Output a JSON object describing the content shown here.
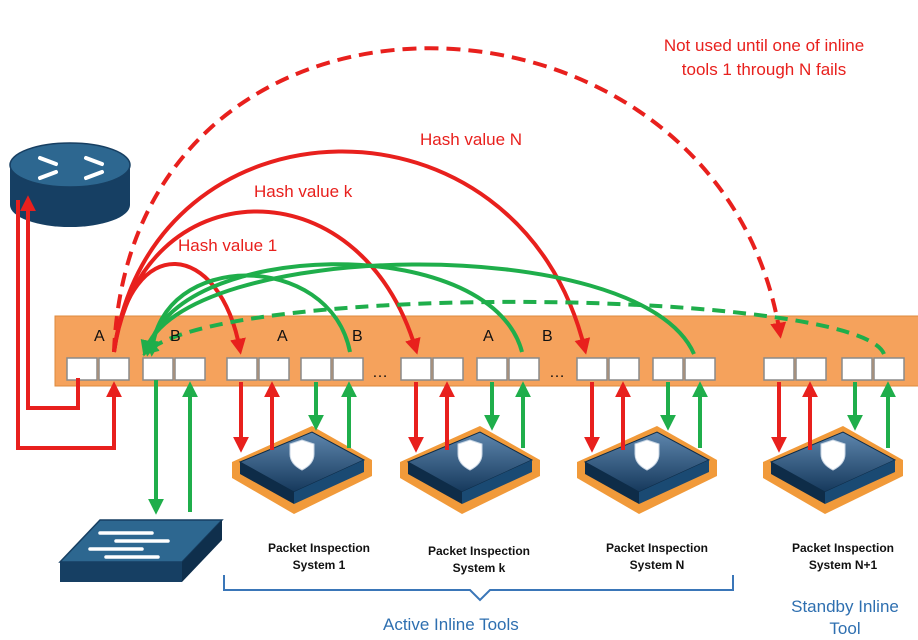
{
  "annotations": {
    "not_used": "Not used until one of inline\ntools 1 through N fails",
    "hash_n": "Hash value N",
    "hash_k": "Hash value k",
    "hash_1": "Hash value 1"
  },
  "ports": {
    "a1": "A",
    "b1": "B",
    "a2": "A",
    "b2": "B",
    "a3": "A",
    "b3": "B",
    "dots1": "…",
    "dots2": "…"
  },
  "tools": [
    {
      "label": "Packet Inspection\nSystem 1"
    },
    {
      "label": "Packet Inspection\nSystem k"
    },
    {
      "label": "Packet Inspection\nSystem N"
    },
    {
      "label": "Packet Inspection\nSystem N+1"
    }
  ],
  "groups": {
    "active": "Active Inline Tools",
    "standby": "Standby Inline\nTool"
  },
  "colors": {
    "red": "#e8201d",
    "green": "#1fae4b",
    "orange": "#f5a25c",
    "blue_bracket": "#3a76b8",
    "device": "#1d4a73"
  },
  "icons": [
    "router-icon",
    "switch-icon",
    "shield-icon",
    "server-icon"
  ]
}
